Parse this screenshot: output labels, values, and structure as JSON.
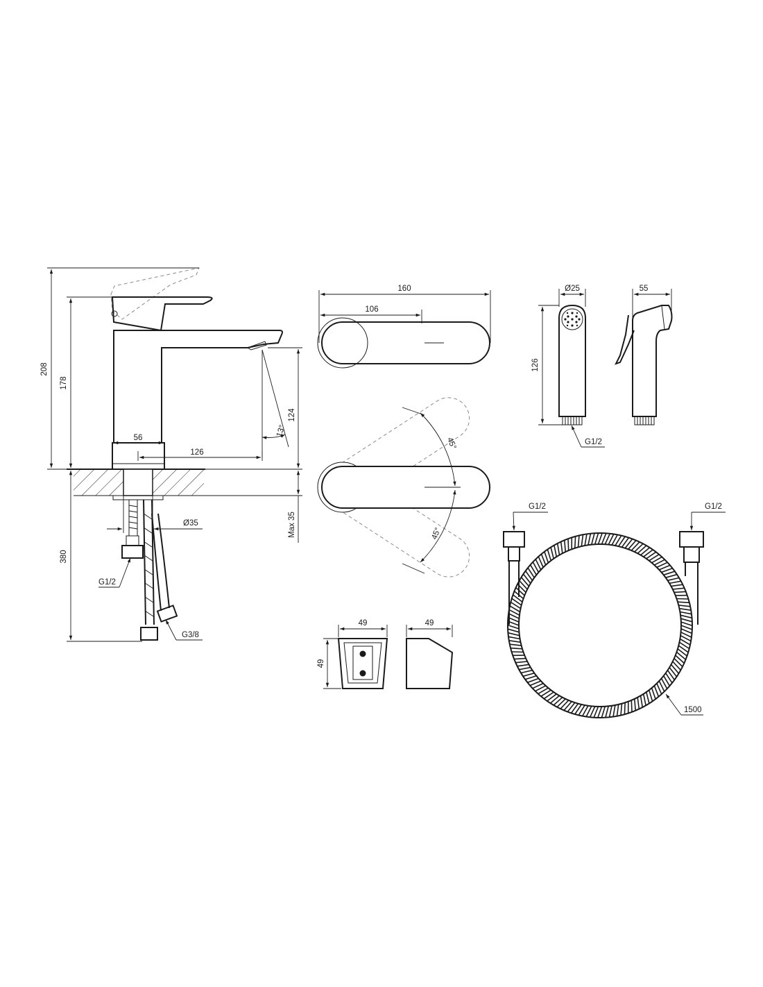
{
  "faucet_side": {
    "height_total": "208",
    "height_body": "178",
    "spout_height": "124",
    "spout_angle": "13°",
    "body_width": "56",
    "spout_reach": "126",
    "supply_length": "380",
    "hole_diameter": "Ø35",
    "max_deck": "Max 35",
    "thread_inlet": "G1/2",
    "thread_hose": "G3/8"
  },
  "lever_top": {
    "width_total": "160",
    "width_lever": "106",
    "rotation_up": "45°",
    "rotation_down": "45°"
  },
  "hand_spray": {
    "diameter": "Ø25",
    "length": "126",
    "depth": "55",
    "thread": "G1/2"
  },
  "holder": {
    "width_front": "49",
    "height_front": "49",
    "width_side": "49"
  },
  "hose": {
    "thread_left": "G1/2",
    "thread_right": "G1/2",
    "length": "1500"
  }
}
